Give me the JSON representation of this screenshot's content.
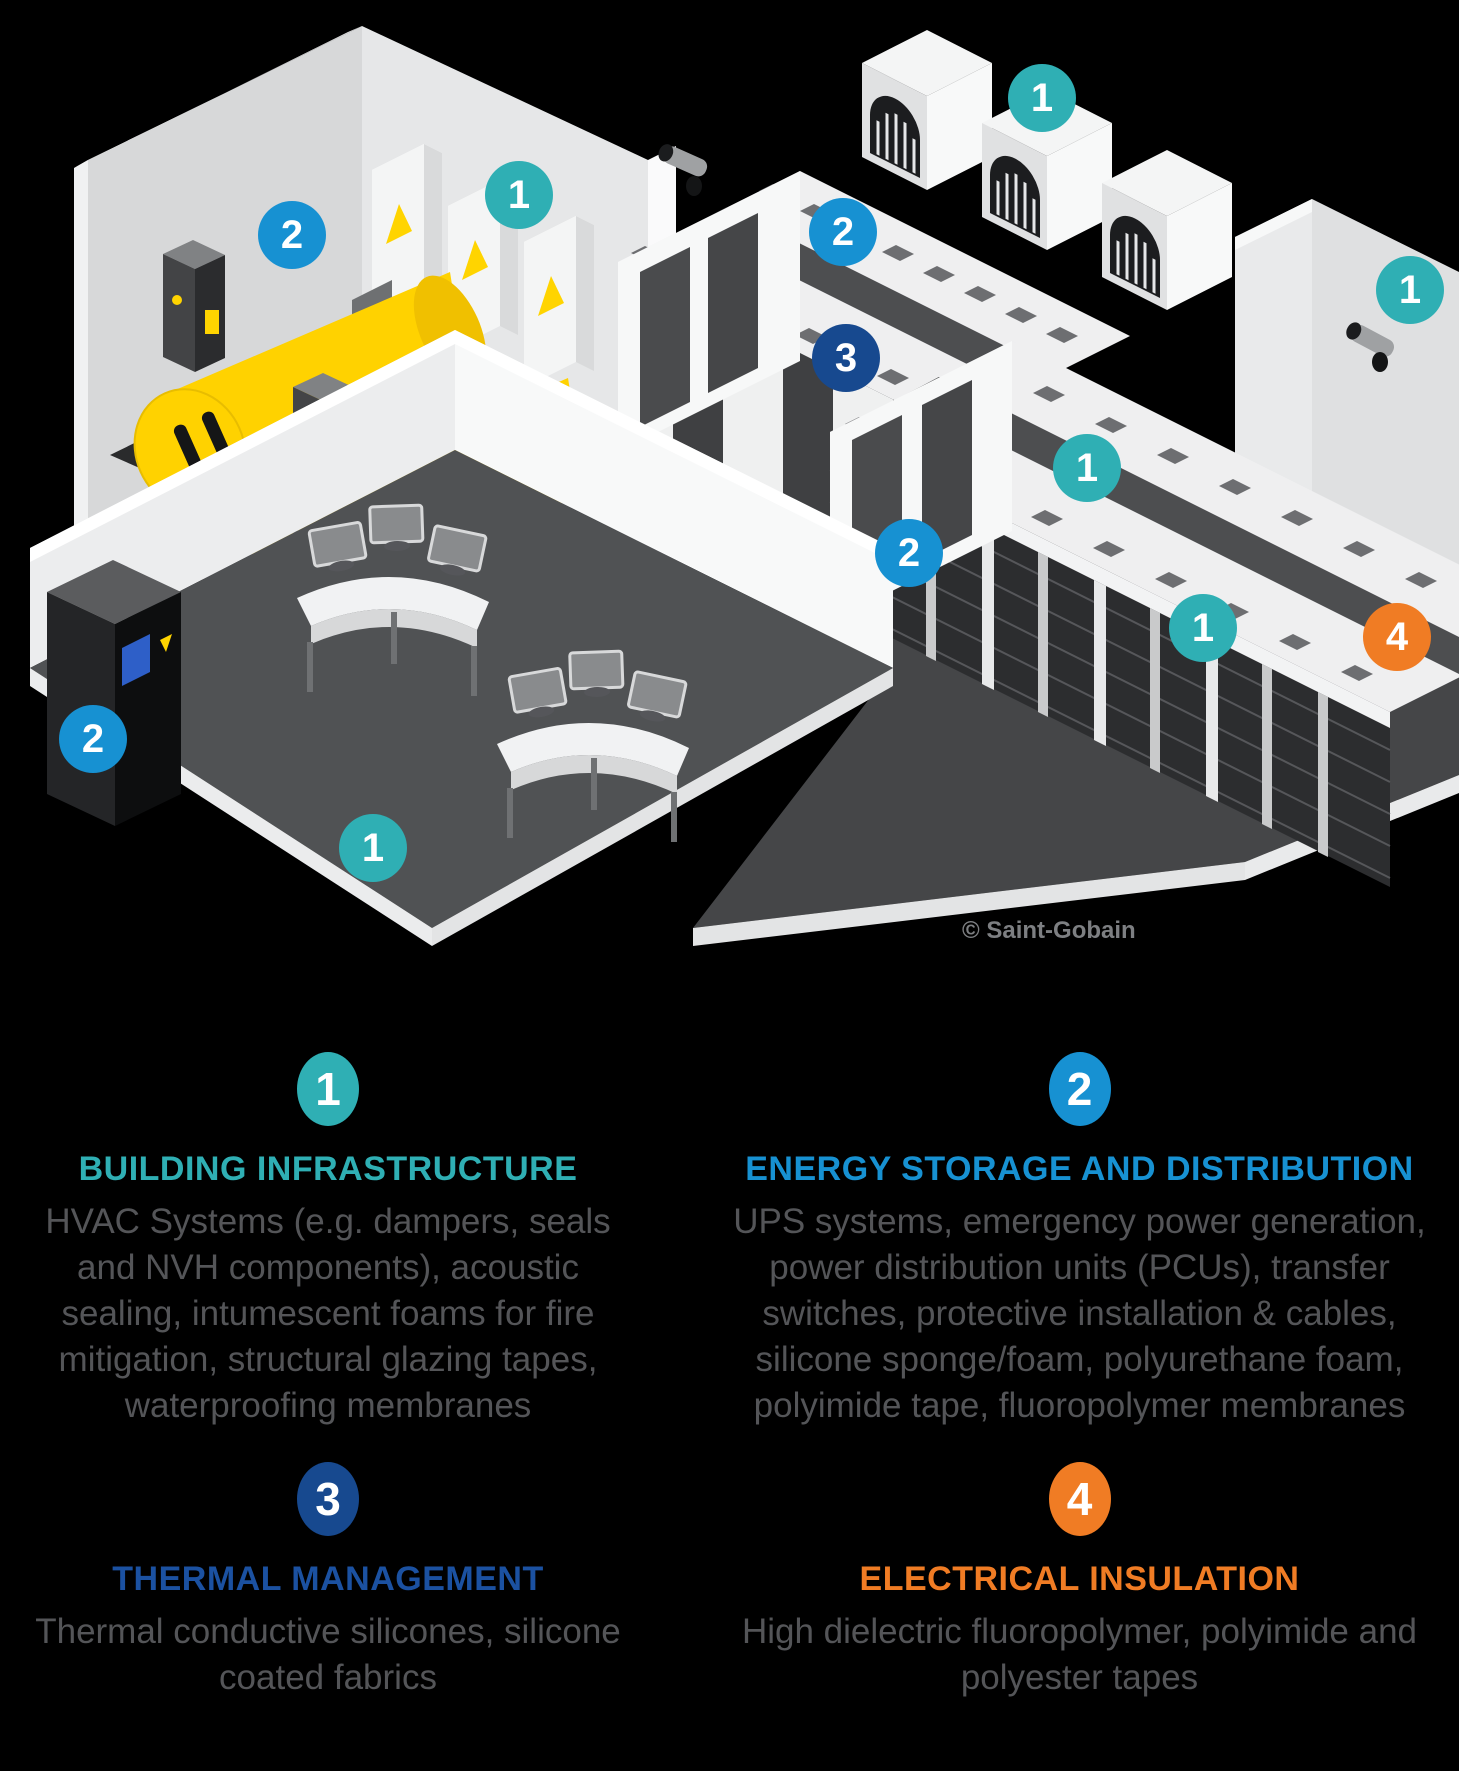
{
  "colors": {
    "teal": "#2FAFB4",
    "blue": "#1791D2",
    "navy": "#17498F",
    "orange": "#F07C24",
    "body_text": "#545558",
    "copyright_text": "#7D7F82",
    "generator_yellow": "#FFD200",
    "alert_red": "#E8174B"
  },
  "illustration": {
    "copyright": "© Saint-Gobain",
    "markers": [
      {
        "number": "1",
        "category": "building-infrastructure"
      },
      {
        "number": "2",
        "category": "energy-storage-and-distribution"
      },
      {
        "number": "2",
        "category": "energy-storage-and-distribution"
      },
      {
        "number": "3",
        "category": "thermal-management"
      },
      {
        "number": "1",
        "category": "building-infrastructure"
      },
      {
        "number": "1",
        "category": "building-infrastructure"
      },
      {
        "number": "1",
        "category": "building-infrastructure"
      },
      {
        "number": "2",
        "category": "energy-storage-and-distribution"
      },
      {
        "number": "1",
        "category": "building-infrastructure"
      },
      {
        "number": "4",
        "category": "electrical-insulation"
      },
      {
        "number": "2",
        "category": "energy-storage-and-distribution"
      },
      {
        "number": "1",
        "category": "building-infrastructure"
      }
    ]
  },
  "legend": {
    "items": [
      {
        "number": "1",
        "title": "BUILDING INFRASTRUCTURE",
        "description": "HVAC Systems (e.g. dampers, seals and NVH components), acoustic sealing, intumescent foams for fire mitigation, structural glazing tapes, waterproofing membranes",
        "color": "#2FAFB4"
      },
      {
        "number": "2",
        "title": "ENERGY STORAGE AND DISTRIBUTION",
        "description": "UPS systems, emergency power generation, power distribution units (PCUs), transfer switches, protective installation & cables, silicone sponge/foam, polyurethane foam, polyimide tape, fluoropolymer membranes",
        "color": "#1791D2"
      },
      {
        "number": "3",
        "title": "THERMAL MANAGEMENT",
        "description": "Thermal conductive silicones, silicone coated fabrics",
        "color": "#17498F"
      },
      {
        "number": "4",
        "title": "ELECTRICAL INSULATION",
        "description": "High dielectric fluoropolymer, polyimide and polyester tapes",
        "color": "#F07C24"
      }
    ]
  }
}
